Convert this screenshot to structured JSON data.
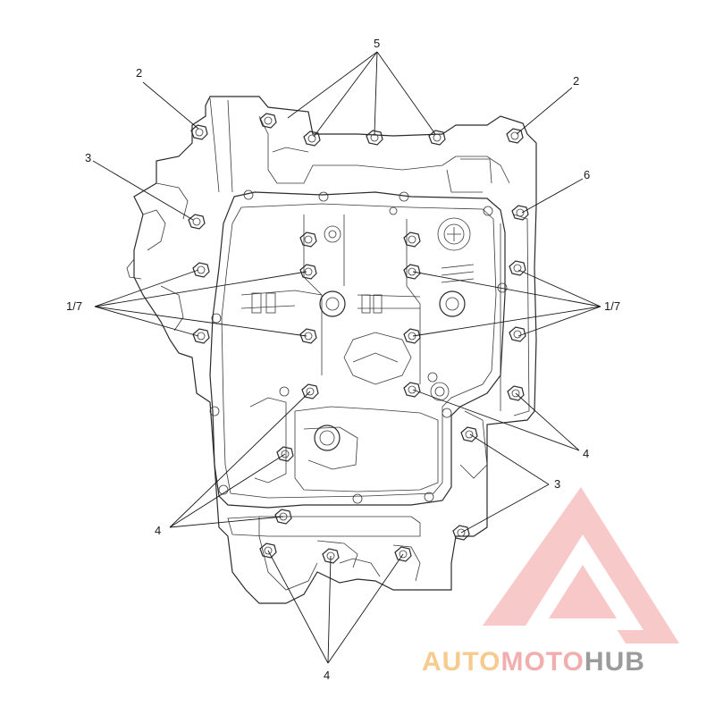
{
  "callouts": {
    "c2a": "2",
    "c2b": "2",
    "c3a": "3",
    "c3b": "3",
    "c5": "5",
    "c6": "6",
    "c17a": "1/7",
    "c17b": "1/7",
    "c4a": "4",
    "c4b": "4",
    "c4c": "4"
  },
  "watermark": {
    "part1": "AUTO",
    "part2": "MOTO",
    "part3": "HUB",
    "color1": "#f5c27a",
    "color2": "#f0a0a0",
    "color3": "#8a8a8a",
    "logo_color": "#f08a8a"
  }
}
